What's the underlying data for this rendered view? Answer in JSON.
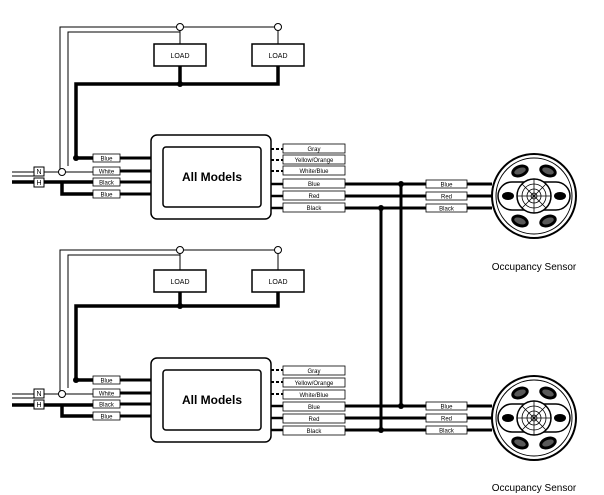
{
  "units": [
    {
      "module_title": "All Models",
      "loads": [
        "LOAD",
        "LOAD"
      ],
      "terminals": {
        "neutral": "N",
        "hot": "H"
      },
      "input_wires": [
        "Blue",
        "White",
        "Black",
        "Blue"
      ],
      "output_wires": [
        "Gray",
        "Yellow/Orange",
        "White/Blue",
        "Blue",
        "Red",
        "Black"
      ],
      "sensor_wires": [
        "Blue",
        "Red",
        "Black"
      ],
      "sensor_label": "Occupancy Sensor"
    },
    {
      "module_title": "All Models",
      "loads": [
        "LOAD",
        "LOAD"
      ],
      "terminals": {
        "neutral": "N",
        "hot": "H"
      },
      "input_wires": [
        "Blue",
        "White",
        "Black",
        "Blue"
      ],
      "output_wires": [
        "Gray",
        "Yellow/Orange",
        "White/Blue",
        "Blue",
        "Red",
        "Black"
      ],
      "sensor_wires": [
        "Blue",
        "Red",
        "Black"
      ],
      "sensor_label": "Occupancy Sensor"
    }
  ]
}
